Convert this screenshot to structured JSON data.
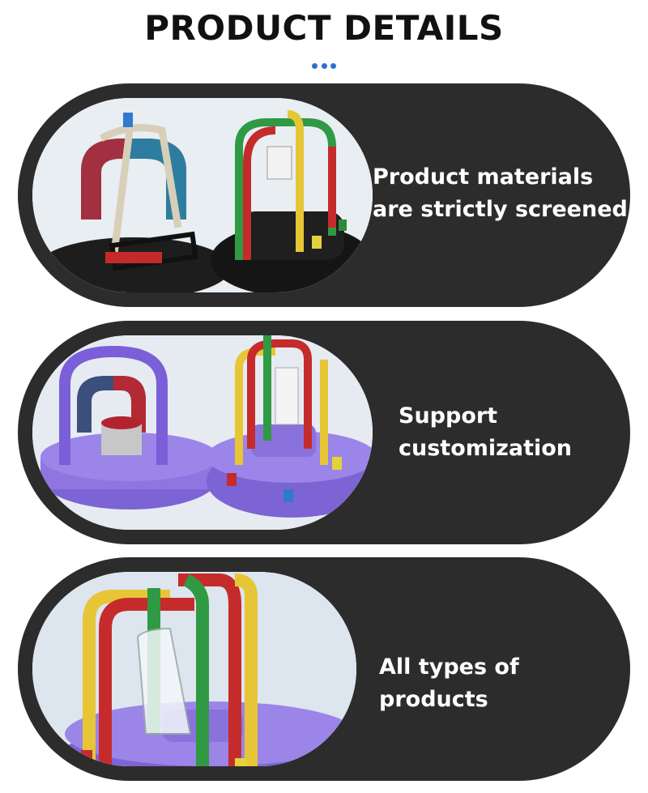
{
  "header": {
    "title": "PRODUCT DETAILS"
  },
  "cards": [
    {
      "caption_line1": "Product materials",
      "caption_line2": "are strictly screened",
      "image": "magnet-apparatus-black-base"
    },
    {
      "caption_line1": "Support",
      "caption_line2": "customization",
      "image": "magnet-apparatus-purple-base"
    },
    {
      "caption_line1": "All types of products",
      "caption_line2": "",
      "image": "coil-apparatus-closeup"
    }
  ],
  "colors": {
    "card_background": "#2c2c2c",
    "accent_dots": "#2f6fd0",
    "title": "#111111"
  }
}
